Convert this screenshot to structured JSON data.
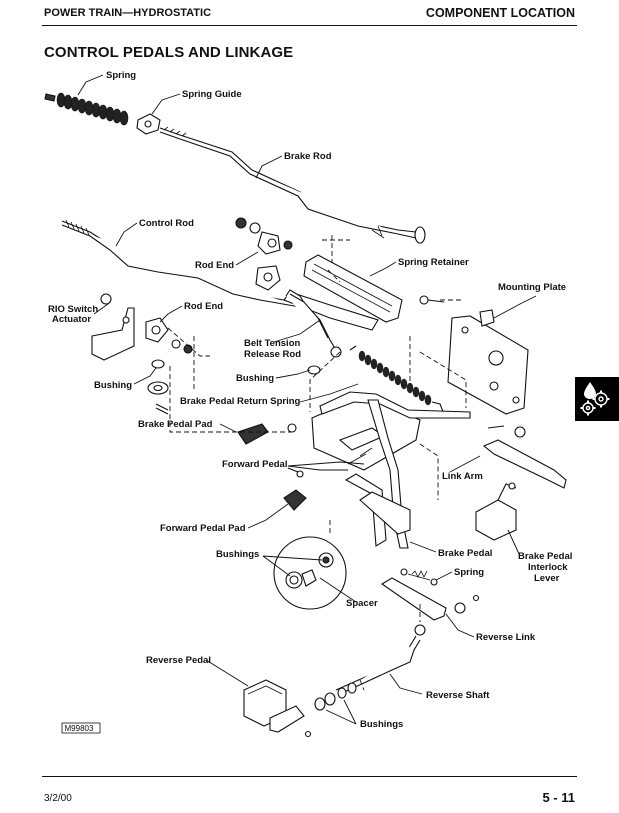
{
  "header": {
    "left": "POWER TRAIN—HYDROSTATIC",
    "right": "COMPONENT LOCATION"
  },
  "title": "CONTROL PEDALS AND LINKAGE",
  "labels": {
    "spring": "Spring",
    "spring_guide": "Spring Guide",
    "brake_rod": "Brake Rod",
    "control_rod": "Control Rod",
    "rod_end_top": "Rod End",
    "spring_retainer": "Spring Retainer",
    "mounting_plate": "Mounting Plate",
    "rio_switch_1": "RIO Switch",
    "rio_switch_2": "Actuator",
    "rod_end_mid": "Rod End",
    "belt_tension_1": "Belt Tension",
    "belt_tension_2": "Release Rod",
    "bushing_left": "Bushing",
    "bushing_mid": "Bushing",
    "brake_pedal_return_spring": "Brake Pedal Return Spring",
    "brake_pedal_pad": "Brake Pedal Pad",
    "forward_pedal": "Forward Pedal",
    "link_arm": "Link Arm",
    "forward_pedal_pad": "Forward Pedal Pad",
    "bushings_top": "Bushings",
    "brake_pedal": "Brake Pedal",
    "interlock_1": "Brake Pedal",
    "interlock_2": "Interlock",
    "interlock_3": "Lever",
    "spring_lower": "Spring",
    "spacer": "Spacer",
    "reverse_link": "Reverse Link",
    "reverse_pedal": "Reverse Pedal",
    "reverse_shaft": "Reverse Shaft",
    "bushings_bottom": "Bushings",
    "figure_id": "M99803"
  },
  "side_tab_icon": "drop-and-gears-icon",
  "footer": {
    "date": "3/2/00",
    "page": "5 - 11"
  }
}
